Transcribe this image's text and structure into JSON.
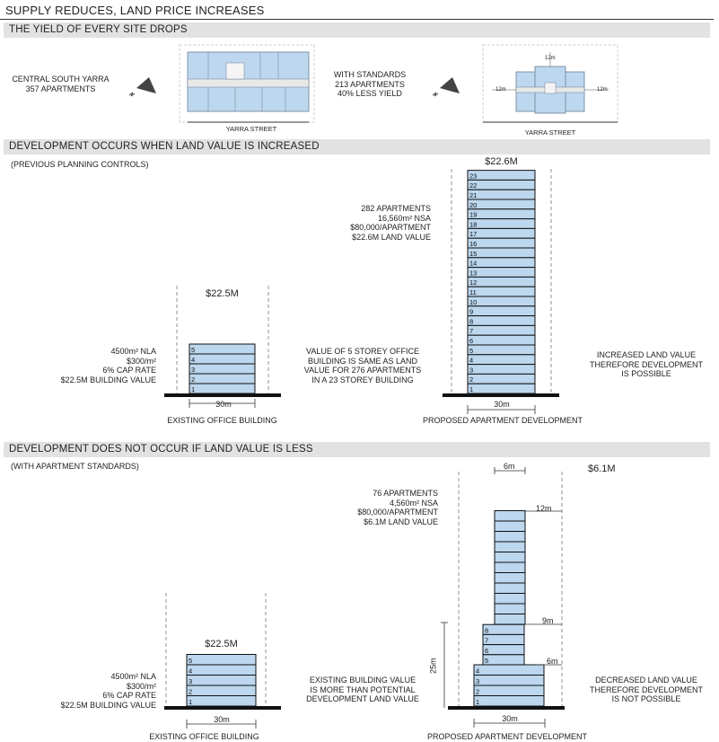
{
  "title": "SUPPLY REDUCES, LAND PRICE INCREASES",
  "section1": {
    "title": "THE YIELD OF EVERY SITE DROPS",
    "left_label": [
      "CENTRAL SOUTH YARRA",
      "357 APARTMENTS"
    ],
    "middle_label": [
      "WITH STANDARDS",
      "213 APARTMENTS",
      "40% LESS YIELD"
    ],
    "street_left": "YARRA STREET",
    "street_right": "YARRA STREET",
    "plan_dims": {
      "top": "12m",
      "left": "12m",
      "right": "12m"
    }
  },
  "section2": {
    "title": "DEVELOPMENT OCCURS WHEN LAND VALUE IS INCREASED",
    "subtitle": "(PREVIOUS PLANNING CONTROLS)",
    "office_price": "$22.5M",
    "office_notes": [
      "4500m² NLA",
      "$300/m²",
      "6% CAP RATE",
      "$22.5M BUILDING VALUE"
    ],
    "office_width": "30m",
    "office_caption": "EXISTING OFFICE BUILDING",
    "office_floors": [
      "5",
      "4",
      "3",
      "2",
      "1"
    ],
    "middle_note": [
      "VALUE OF 5 STOREY OFFICE",
      "BUILDING IS SAME AS LAND",
      "VALUE FOR 276 APARTMENTS",
      "IN A 23 STOREY BUILDING"
    ],
    "tower_price": "$22.6M",
    "tower_notes": [
      "282 APARTMENTS",
      "16,560m² NSA",
      "$80,000/APARTMENT",
      "$22.6M LAND VALUE"
    ],
    "tower_floors": [
      "23",
      "22",
      "21",
      "20",
      "19",
      "18",
      "17",
      "16",
      "15",
      "14",
      "13",
      "12",
      "11",
      "10",
      "9",
      "8",
      "7",
      "6",
      "5",
      "4",
      "3",
      "2",
      "1"
    ],
    "tower_width": "30m",
    "tower_caption": "PROPOSED APARTMENT DEVELOPMENT",
    "right_note": [
      "INCREASED LAND VALUE",
      "THEREFORE DEVELOPMENT",
      "IS POSSIBLE"
    ]
  },
  "section3": {
    "title": "DEVELOPMENT DOES NOT OCCUR IF LAND VALUE IS LESS",
    "subtitle": "(WITH APARTMENT STANDARDS)",
    "office_price": "$22.5M",
    "office_notes": [
      "4500m² NLA",
      "$300/m²",
      "6% CAP RATE",
      "$22.5M BUILDING VALUE"
    ],
    "office_width": "30m",
    "office_caption": "EXISTING OFFICE BUILDING",
    "office_floors": [
      "5",
      "4",
      "3",
      "2",
      "1"
    ],
    "middle_note": [
      "EXISTING BUILDING VALUE",
      "IS MORE THAN POTENTIAL",
      "DEVELOPMENT LAND VALUE"
    ],
    "tower_price": "$6.1M",
    "tower_notes": [
      "76 APARTMENTS",
      "4,560m² NSA",
      "$80,000/APARTMENT",
      "$6.1M LAND VALUE"
    ],
    "tower_width": "30m",
    "tower_caption": "PROPOSED APARTMENT DEVELOPMENT",
    "dim_6m_top": "6m",
    "dim_12m": "12m",
    "dim_9m": "9m",
    "dim_6m": "6m",
    "dim_25m": "25m",
    "podium_floors": [
      "8",
      "7",
      "6",
      "5",
      "4",
      "3",
      "2",
      "1"
    ],
    "right_note": [
      "DECREASED LAND VALUE",
      "THEREFORE DEVELOPMENT",
      "IS NOT POSSIBLE"
    ]
  },
  "colors": {
    "floor_fill": "#bcd7ee",
    "bar": "#e2e2e2",
    "ground": "#111111"
  }
}
